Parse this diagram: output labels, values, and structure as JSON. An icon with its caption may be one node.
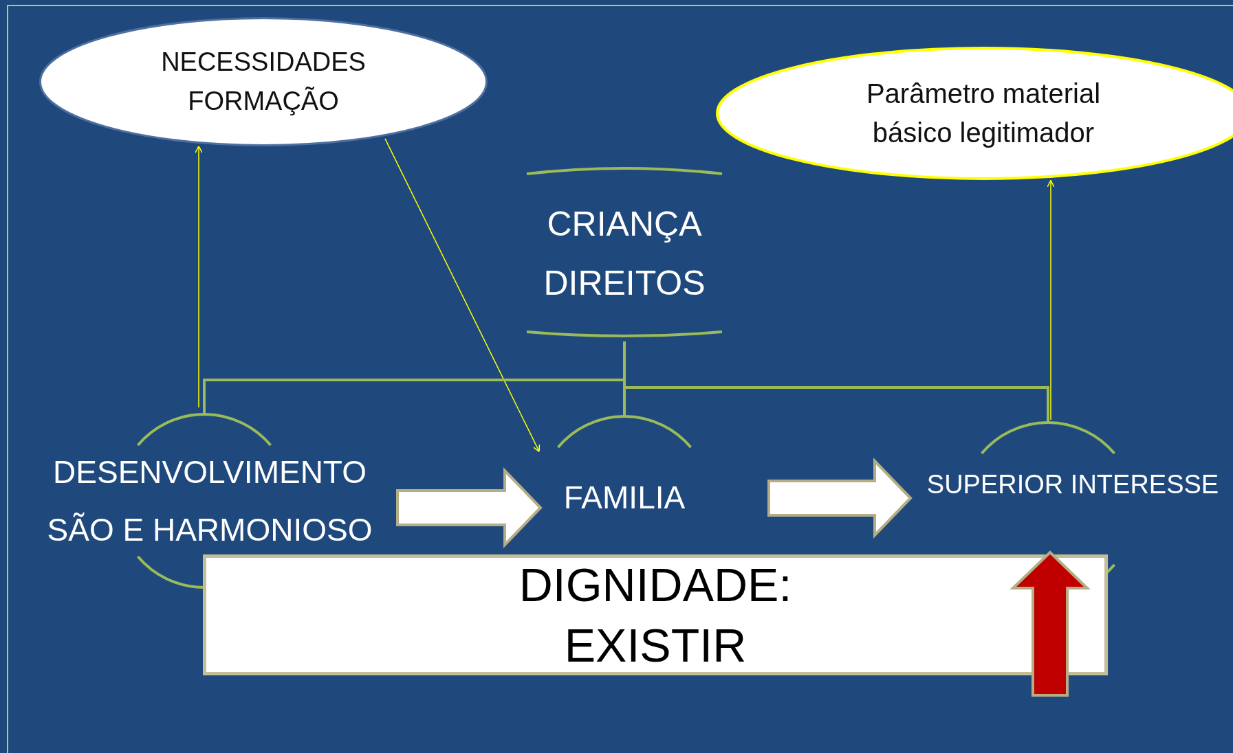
{
  "diagram": {
    "nodes": [
      {
        "text": [
          "NECESSIDADES FORMAÇÃO"
        ]
      },
      {
        "text": [
          "Parâmetro material básico legitimador"
        ]
      },
      {
        "text": [
          "CRIANÇA DIREITOS"
        ]
      },
      {
        "text": [
          "DESENVOLVIMENTO SÃO E HARMONIOSO"
        ]
      },
      {
        "text": [
          "FAMILIA"
        ]
      },
      {
        "text": [
          "SUPERIOR INTERESSE"
        ]
      },
      {
        "text": [
          "DIGNIDADE: EXISTIR"
        ]
      }
    ],
    "edges": [
      {
        "from": 3,
        "to": 0,
        "arrow": "to",
        "color": "#ffff00"
      },
      {
        "from": 0,
        "to": 4,
        "arrow": "to",
        "color": "#ffff00"
      },
      {
        "from": 5,
        "to": 1,
        "arrow": "to",
        "color": "#ffff00"
      },
      {
        "from": 2,
        "to": 3,
        "arrow": "none",
        "color": "#9bbb59"
      },
      {
        "from": 2,
        "to": 4,
        "arrow": "none",
        "color": "#9bbb59"
      },
      {
        "from": 2,
        "to": 5,
        "arrow": "none",
        "color": "#9bbb59"
      },
      {
        "from": 3,
        "to": 4,
        "arrow": "to",
        "style": "thick",
        "color": "#ffffff"
      },
      {
        "from": 4,
        "to": 5,
        "arrow": "to",
        "style": "thick",
        "color": "#ffffff"
      },
      {
        "from": null,
        "to": 5,
        "arrow": "to",
        "style": "thick",
        "color": "#c00000"
      }
    ]
  }
}
